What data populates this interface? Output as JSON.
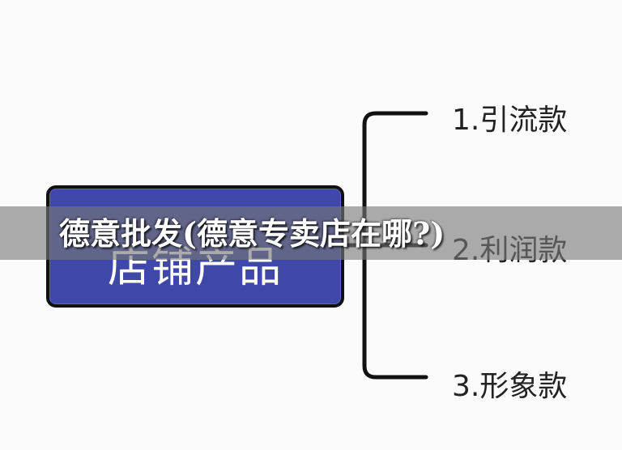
{
  "overlay": {
    "title": "德意批发(德意专卖店在哪?)"
  },
  "mindmap": {
    "root": {
      "label": "店铺产品"
    },
    "branches": [
      {
        "label": "1.引流款"
      },
      {
        "label": "2.利润款"
      },
      {
        "label": "3.形象款"
      }
    ]
  }
}
